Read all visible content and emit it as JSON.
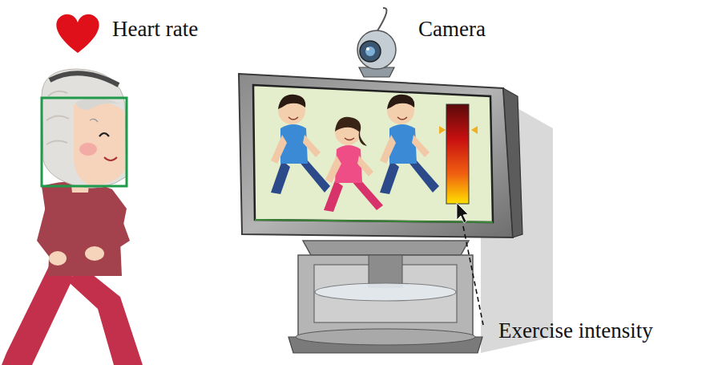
{
  "diagram": {
    "labels": [
      "Heart rate",
      "Camera",
      "Exercise intensity"
    ]
  }
}
